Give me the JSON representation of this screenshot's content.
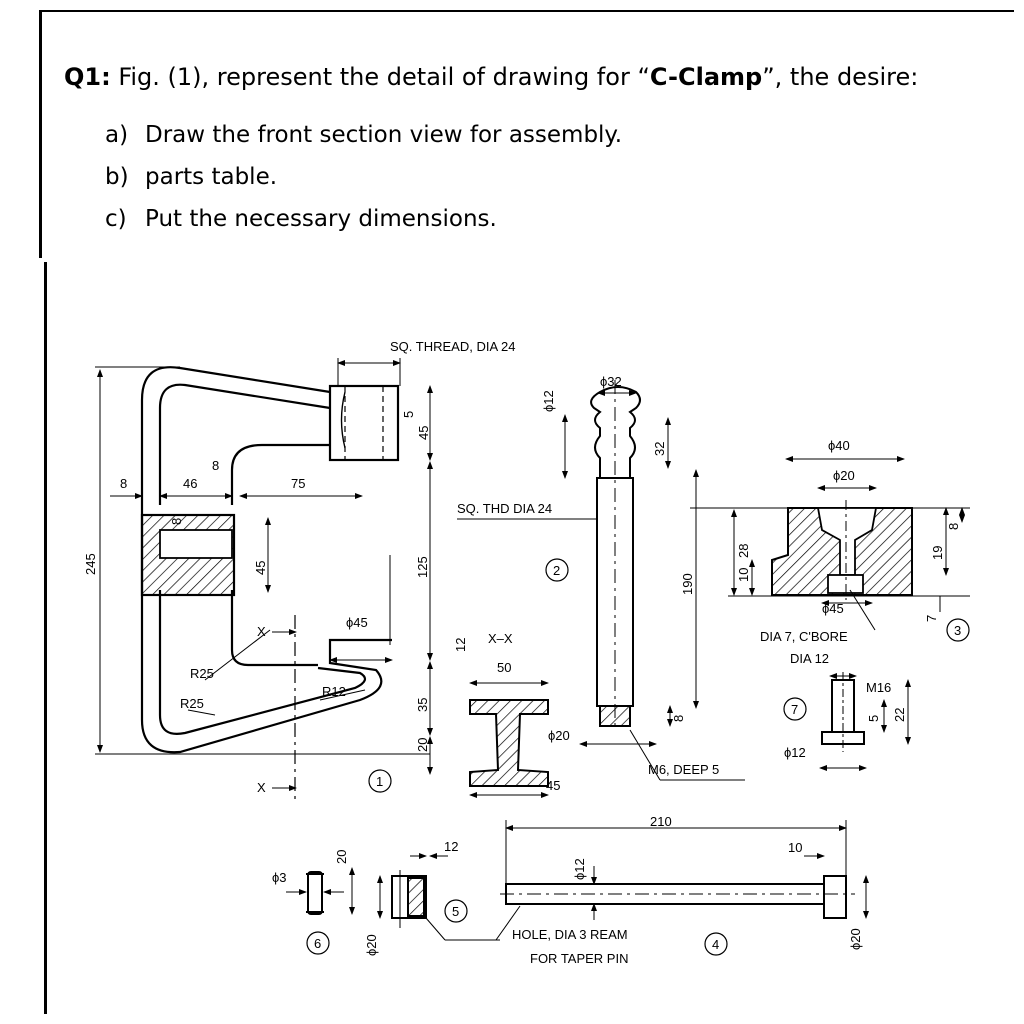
{
  "question": {
    "number": "Q1:",
    "text_before": " Fig. (1), represent the detail of drawing for “",
    "part_name": "C-Clamp",
    "text_after": "”, the desire:",
    "items": [
      {
        "label": "a)",
        "text": "Draw the front section view for assembly."
      },
      {
        "label": "b)",
        "text": "parts table."
      },
      {
        "label": "c)",
        "text": "Put the necessary dimensions."
      }
    ]
  },
  "drawing": {
    "frame": {
      "label_sq_thread": "SQ. THREAD, DIA 24",
      "dim_245": "245",
      "dim_8a": "8",
      "dim_46": "46",
      "dim_8b": "8",
      "dim_75": "75",
      "dim_8c": "8",
      "dim_45a": "45",
      "dim_5": "5",
      "dim_45b": "45",
      "dim_125": "125",
      "dim_phi45": "ϕ45",
      "label_x_top": "X",
      "label_x_bottom": "X",
      "dim_r25a": "R25",
      "dim_r25b": "R25",
      "dim_r12": "R12",
      "dim_12": "12",
      "dim_35": "35",
      "dim_20": "20",
      "part_no": "1"
    },
    "section": {
      "title": "X–X",
      "dim_50": "50",
      "dim_45": "45"
    },
    "screw": {
      "dim_phi12": "ϕ12",
      "dim_phi32": "ϕ32",
      "dim_32": "32",
      "label_sq_thd": "SQ. THD DIA 24",
      "part_no": "2",
      "dim_190": "190",
      "dim_28": "28",
      "dim_8": "8",
      "dim_phi20": "ϕ20",
      "label_m6": "M6, DEEP 5"
    },
    "pad": {
      "dim_phi40": "ϕ40",
      "dim_phi20": "ϕ20",
      "dim_8": "8",
      "dim_19": "19",
      "dim_10": "10",
      "dim_7": "7",
      "dim_phi45": "ϕ45",
      "label_dia7": "DIA 7, C'BORE",
      "label_dia12": "DIA 12",
      "part_no": "3"
    },
    "small_screw": {
      "dim_m16": "M16",
      "dim_5": "5",
      "dim_22": "22",
      "dim_phi12": "ϕ12",
      "part_no": "7"
    },
    "tommy_bar": {
      "dim_210": "210",
      "dim_10": "10",
      "dim_phi12": "ϕ12",
      "dim_phi20": "ϕ20",
      "label_hole": "HOLE, DIA 3 REAM",
      "label_taper": "FOR TAPER PIN",
      "part_no": "4"
    },
    "end_cap": {
      "dim_12": "12",
      "dim_phi20": "ϕ20",
      "part_no": "5"
    },
    "pin": {
      "dim_phi3": "ϕ3",
      "dim_20": "20",
      "part_no": "6"
    }
  }
}
